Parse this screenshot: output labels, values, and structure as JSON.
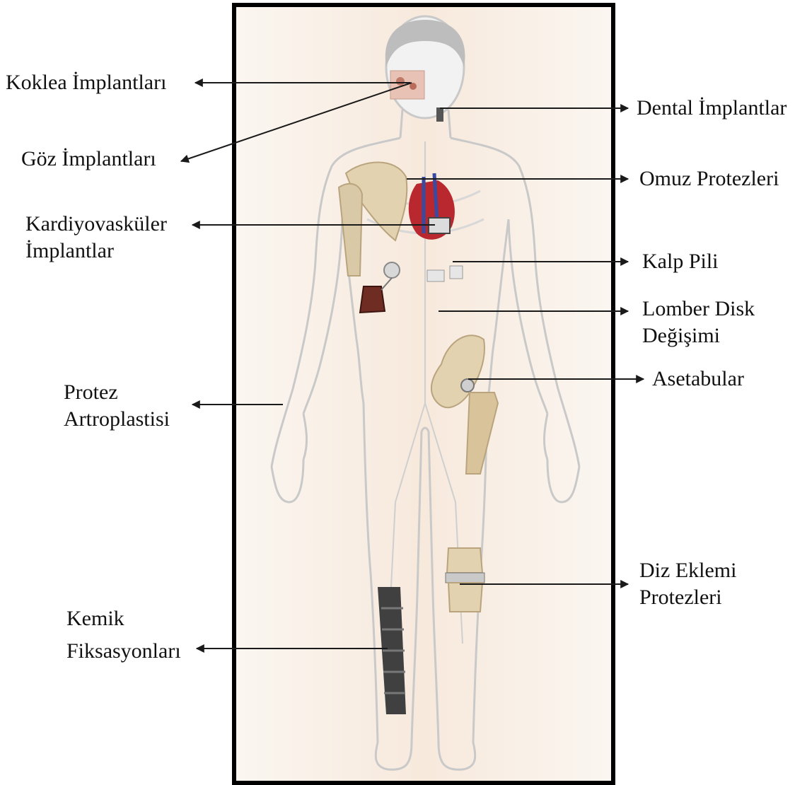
{
  "figure": {
    "labels": {
      "koklea": "Koklea İmplantları",
      "goz": "Göz İmplantları",
      "kardiyo_1": "Kardiyovasküler",
      "kardiyo_2": "İmplantlar",
      "protez_1": "Protez",
      "protez_2": "Artroplastisi",
      "kemik_1": "Kemik",
      "kemik_2": "Fiksasyonları",
      "dental": "Dental İmplantlar",
      "omuz": "Omuz Protezleri",
      "kalp": "Kalp Pili",
      "lomber_1": "Lomber Disk",
      "lomber_2": "Değişimi",
      "asetabular": "Asetabular",
      "diz_1": "Diz Eklemi",
      "diz_2": "Protezleri"
    },
    "colors": {
      "background_gradient_center": "#f7e9dc",
      "background_gradient_edge": "#fbf6f1",
      "body_outline": "#c9c9c9",
      "head": "#bdbdbd",
      "bone": "#e3d2b0",
      "heart_red": "#b8282e",
      "heart_blue": "#3a4aa0",
      "metal_dark": "#404040",
      "arrow": "#1a1a1a"
    }
  }
}
